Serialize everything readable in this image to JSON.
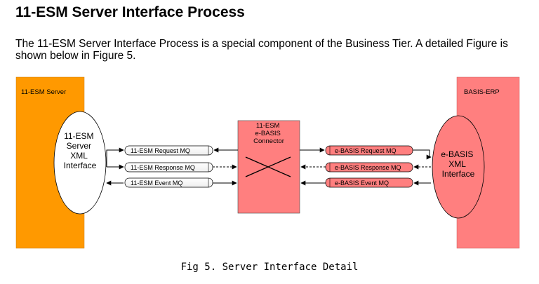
{
  "document": {
    "title": "11-ESM Server Interface Process",
    "intro": "The 11-ESM Server Interface Process is a special component of the Business Tier. A detailed Figure is shown below in Figure 5.",
    "caption": "Fig 5. Server Interface Detail"
  },
  "diagram": {
    "left_box": {
      "label": "11-ESM Server",
      "interface_lines": [
        "11-ESM",
        "Server",
        "XML",
        "Interface"
      ],
      "color": "#FF9900"
    },
    "connector": {
      "lines": [
        "11-ESM",
        "e-BASIS",
        "Connector"
      ],
      "color": "#FF7F7F"
    },
    "right_box": {
      "label": "BASIS-ERP",
      "interface_lines": [
        "e-BASIS",
        "XML",
        "Interface"
      ],
      "color": "#FF7F7F"
    },
    "left_queues": [
      "11-ESM Request MQ",
      "11-ESM Response MQ",
      "11-ESM Event MQ"
    ],
    "right_queues": [
      "e-BASIS Request MQ",
      "e-BASIS Response MQ",
      "e-BASIS Event MQ"
    ]
  }
}
